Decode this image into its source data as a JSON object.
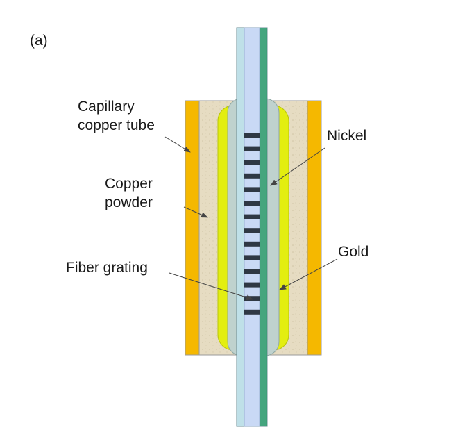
{
  "panel_label": "(a)",
  "labels": {
    "capillary_line1": "Capillary",
    "capillary_line2": "copper tube",
    "copper_line1": "Copper",
    "copper_line2": "powder",
    "fiber_grating": "Fiber grating",
    "nickel": "Nickel",
    "gold": "Gold"
  },
  "colors": {
    "capillary_tube": "#F5B800",
    "copper_powder": "#E6DCC2",
    "nickel": "#D6E80A",
    "gold_coat": "#E3EE10",
    "fiber_cladding": "#BFE0E8",
    "fiber_core": "#C9D9F5",
    "fiber_edge": "#2E9A6B",
    "grating": "#2F3844"
  }
}
